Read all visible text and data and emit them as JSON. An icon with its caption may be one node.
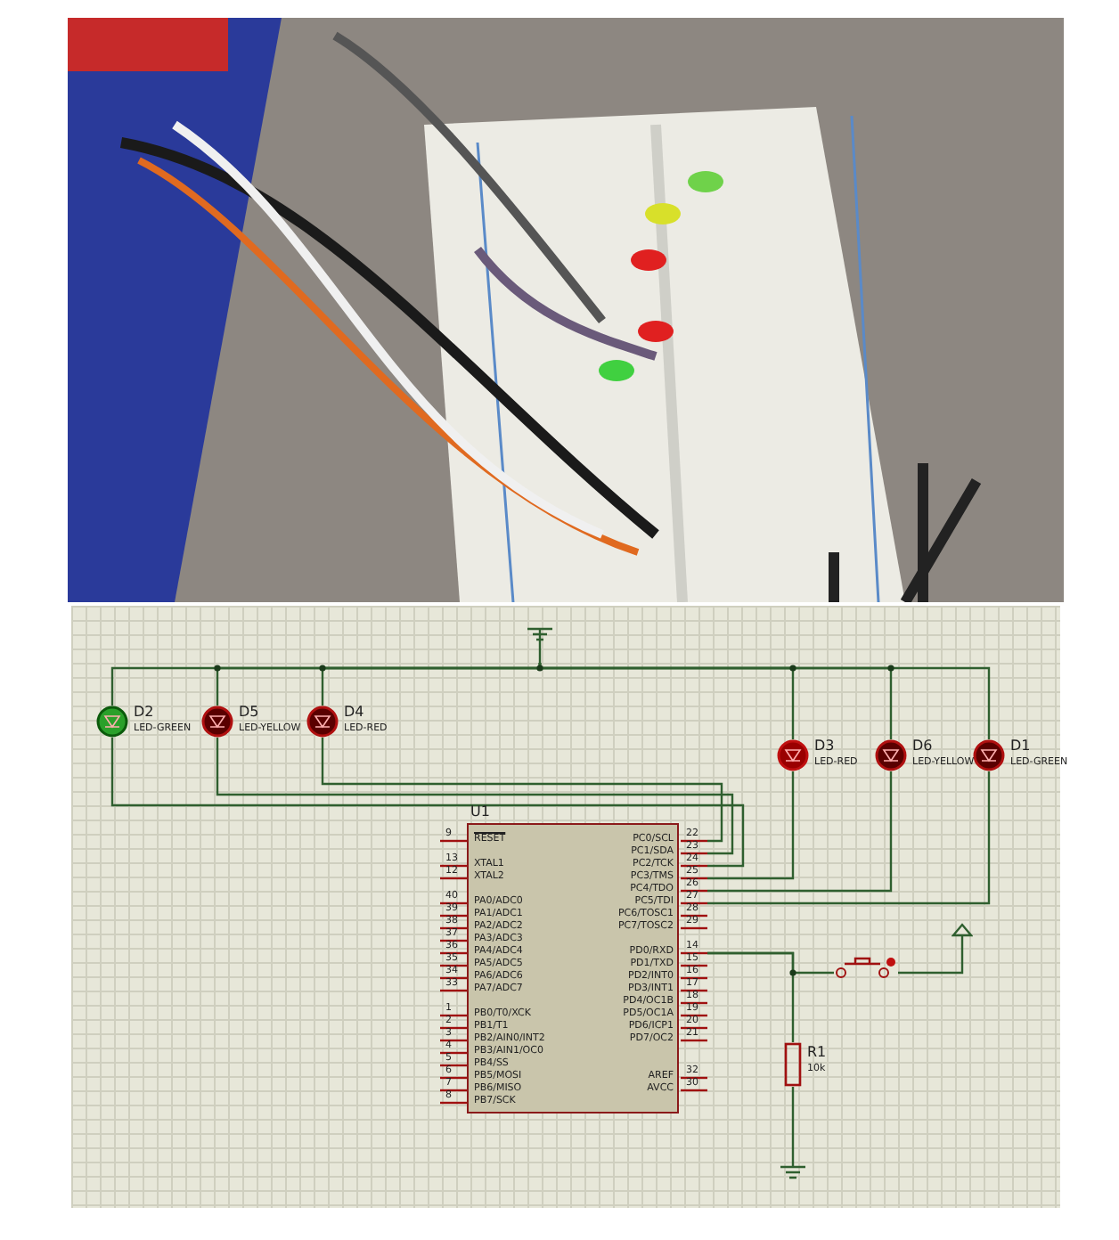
{
  "diagram": {
    "nodes": [
      {
        "text": [],
        "shape": "ground"
      },
      {
        "text": [
          "D2",
          "LED-GREEN"
        ]
      },
      {
        "text": [
          "D5",
          "LED-YELLOW"
        ]
      },
      {
        "text": [
          "D4",
          "LED-RED"
        ]
      },
      {
        "text": [
          "D3",
          "LED-RED"
        ]
      },
      {
        "text": [
          "D6",
          "LED-YELLOW"
        ]
      },
      {
        "text": [
          "D1",
          "LED-GREEN"
        ]
      },
      {
        "text": [
          "U1"
        ]
      },
      {
        "text": [],
        "shape": "switch"
      },
      {
        "text": [],
        "shape": "terminal"
      },
      {
        "text": [
          "R1",
          "10k"
        ]
      },
      {
        "text": [],
        "shape": "ground"
      }
    ],
    "edges": [
      {
        "from": 1,
        "to": 0,
        "arrow": "none"
      },
      {
        "from": 2,
        "to": 0,
        "arrow": "none"
      },
      {
        "from": 3,
        "to": 0,
        "arrow": "none"
      },
      {
        "from": 4,
        "to": 0,
        "arrow": "none"
      },
      {
        "from": 5,
        "to": 0,
        "arrow": "none"
      },
      {
        "from": 6,
        "to": 0,
        "arrow": "none"
      },
      {
        "from": 1,
        "to": 7,
        "arrow": "none"
      },
      {
        "from": 2,
        "to": 7,
        "arrow": "none"
      },
      {
        "from": 3,
        "to": 7,
        "arrow": "none"
      },
      {
        "from": 4,
        "to": 7,
        "arrow": "none"
      },
      {
        "from": 5,
        "to": 7,
        "arrow": "none"
      },
      {
        "from": 6,
        "to": 7,
        "arrow": "none"
      },
      {
        "from": 7,
        "to": 8,
        "arrow": "none"
      },
      {
        "from": 8,
        "to": 9,
        "arrow": "none"
      },
      {
        "from": 7,
        "to": 10,
        "arrow": "none"
      },
      {
        "from": 10,
        "to": 11,
        "arrow": "none"
      }
    ],
    "labels": [
      "9",
      "RESET",
      "13",
      "XTAL1",
      "12",
      "XTAL2",
      "40",
      "PA0/ADC0",
      "39",
      "PA1/ADC1",
      "38",
      "PA2/ADC2",
      "37",
      "PA3/ADC3",
      "36",
      "PA4/ADC4",
      "35",
      "PA5/ADC5",
      "34",
      "PA6/ADC6",
      "33",
      "PA7/ADC7",
      "1",
      "PB0/T0/XCK",
      "2",
      "PB1/T1",
      "3",
      "PB2/AIN0/INT2",
      "4",
      "PB3/AIN1/OC0",
      "5",
      "PB4/SS",
      "6",
      "PB5/MOSI",
      "7",
      "PB6/MISO",
      "8",
      "PB7/SCK",
      "22",
      "PC0/SCL",
      "23",
      "PC1/SDA",
      "24",
      "PC2/TCK",
      "25",
      "PC3/TMS",
      "26",
      "PC4/TDO",
      "27",
      "PC5/TDI",
      "28",
      "PC6/TOSC1",
      "29",
      "PC7/TOSC2",
      "14",
      "PD0/RXD",
      "15",
      "PD1/TXD",
      "16",
      "PD2/INT0",
      "17",
      "PD3/INT1",
      "18",
      "PD4/OC1B",
      "19",
      "PD5/OC1A",
      "20",
      "PD6/ICP1",
      "21",
      "PD7/OC2",
      "32",
      "AREF",
      "30",
      "AVCC"
    ]
  }
}
